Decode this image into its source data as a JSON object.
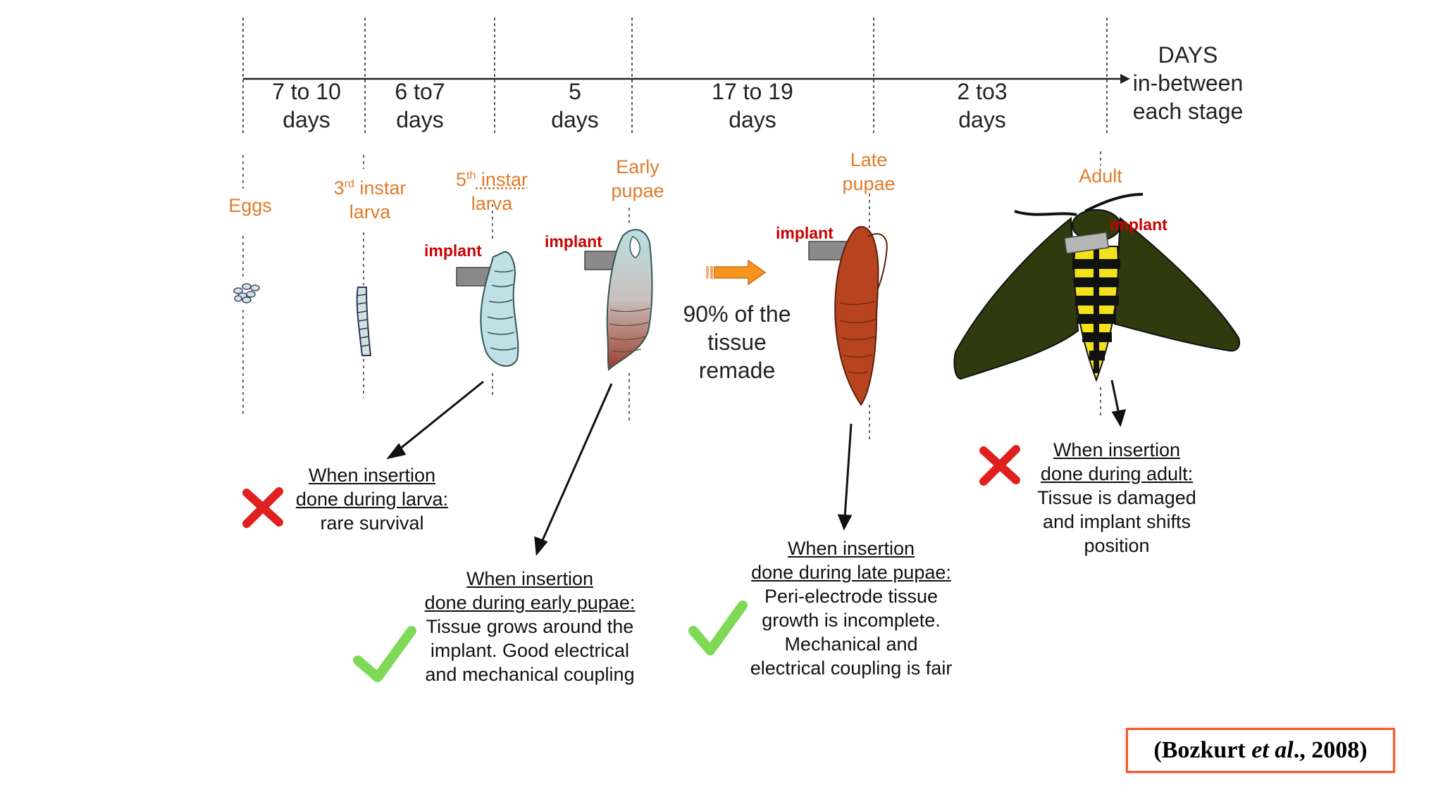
{
  "timeline": {
    "title": [
      "DAYS",
      "in-between",
      "each stage"
    ],
    "intervals": [
      {
        "l1": "7 to 10",
        "l2": "days"
      },
      {
        "l1": "6 to7",
        "l2": "days"
      },
      {
        "l1": "5",
        "l2": "days"
      },
      {
        "l1": "17 to 19",
        "l2": "days"
      },
      {
        "l1": "2 to3",
        "l2": "days"
      }
    ]
  },
  "stages": [
    {
      "l1": "Eggs",
      "l2": ""
    },
    {
      "l1": "3",
      "sup": "rd",
      "l1b": " instar",
      "l2": "larva"
    },
    {
      "l1": "5",
      "sup": "th",
      "l1b": " instar",
      "l2": "larva"
    },
    {
      "l1": "Early",
      "l2": "pupae"
    },
    {
      "l1": "Late",
      "l2": "pupae"
    },
    {
      "l1": "Adult",
      "l2": ""
    }
  ],
  "implant_label": "implant",
  "remade": [
    "90% of the",
    "tissue",
    "remade"
  ],
  "notes": {
    "larva": {
      "u1": "When insertion",
      "u2": "done during larva:",
      "t": [
        "rare survival"
      ],
      "mark": "cross"
    },
    "early": {
      "u1": "When insertion",
      "u2": "done during early pupae:",
      "t": [
        "Tissue grows around the",
        "implant. Good electrical",
        "and mechanical coupling"
      ],
      "mark": "check"
    },
    "late": {
      "u1": "When insertion",
      "u2": "done during late pupae:",
      "t": [
        "Peri-electrode tissue",
        "growth is incomplete.",
        "Mechanical and",
        "electrical coupling is fair"
      ],
      "mark": "check"
    },
    "adult": {
      "u1": "When insertion",
      "u2": "done during adult:",
      "t": [
        "Tissue is damaged",
        "and implant shifts",
        "position"
      ],
      "mark": "cross"
    }
  },
  "citation": {
    "a": "(Bozkurt ",
    "b": "et al",
    "c": "., 2008)"
  },
  "colors": {
    "stage_label": "#e07b2a",
    "implant": "#cc0000",
    "check": "#7ed957",
    "cross": "#e02020",
    "citation_border": "#f25c2c"
  }
}
